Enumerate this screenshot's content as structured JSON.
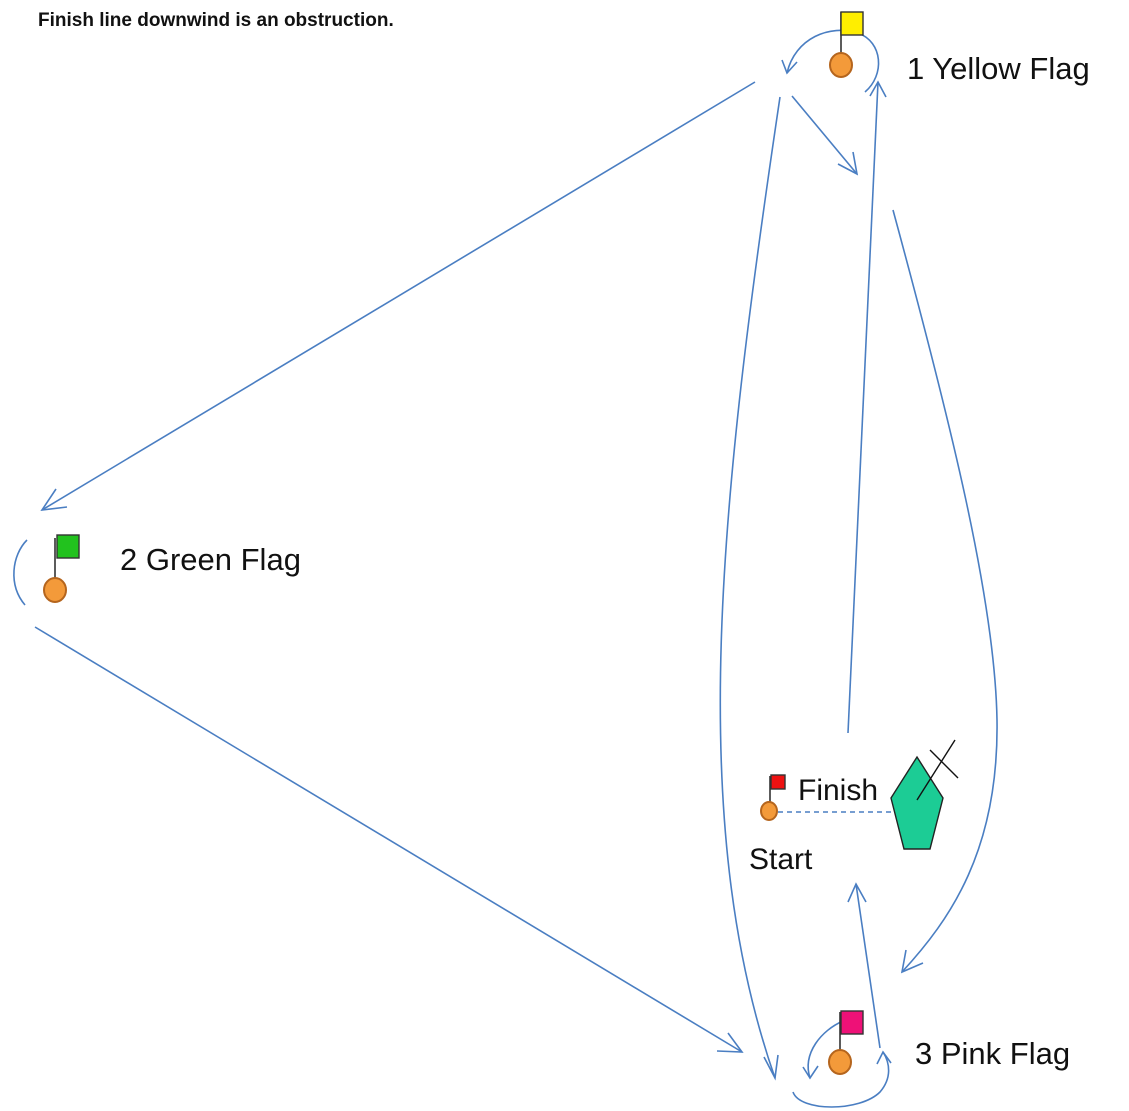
{
  "note": "Finish line downwind is an obstruction.",
  "marks": [
    {
      "id": "mark-1",
      "label": "1 Yellow Flag",
      "flag_color": "#ffee00"
    },
    {
      "id": "mark-2",
      "label": "2 Green Flag",
      "flag_color": "#22c21e"
    },
    {
      "id": "mark-3",
      "label": "3 Pink Flag",
      "flag_color": "#ee1177"
    }
  ],
  "start_finish": {
    "finish_label": "Finish",
    "start_label": "Start",
    "flag_color": "#ee1111",
    "committee_boat_color": "#1ccc95"
  },
  "colors": {
    "route": "#4a7ec2",
    "buoy": "#f39a3a"
  }
}
